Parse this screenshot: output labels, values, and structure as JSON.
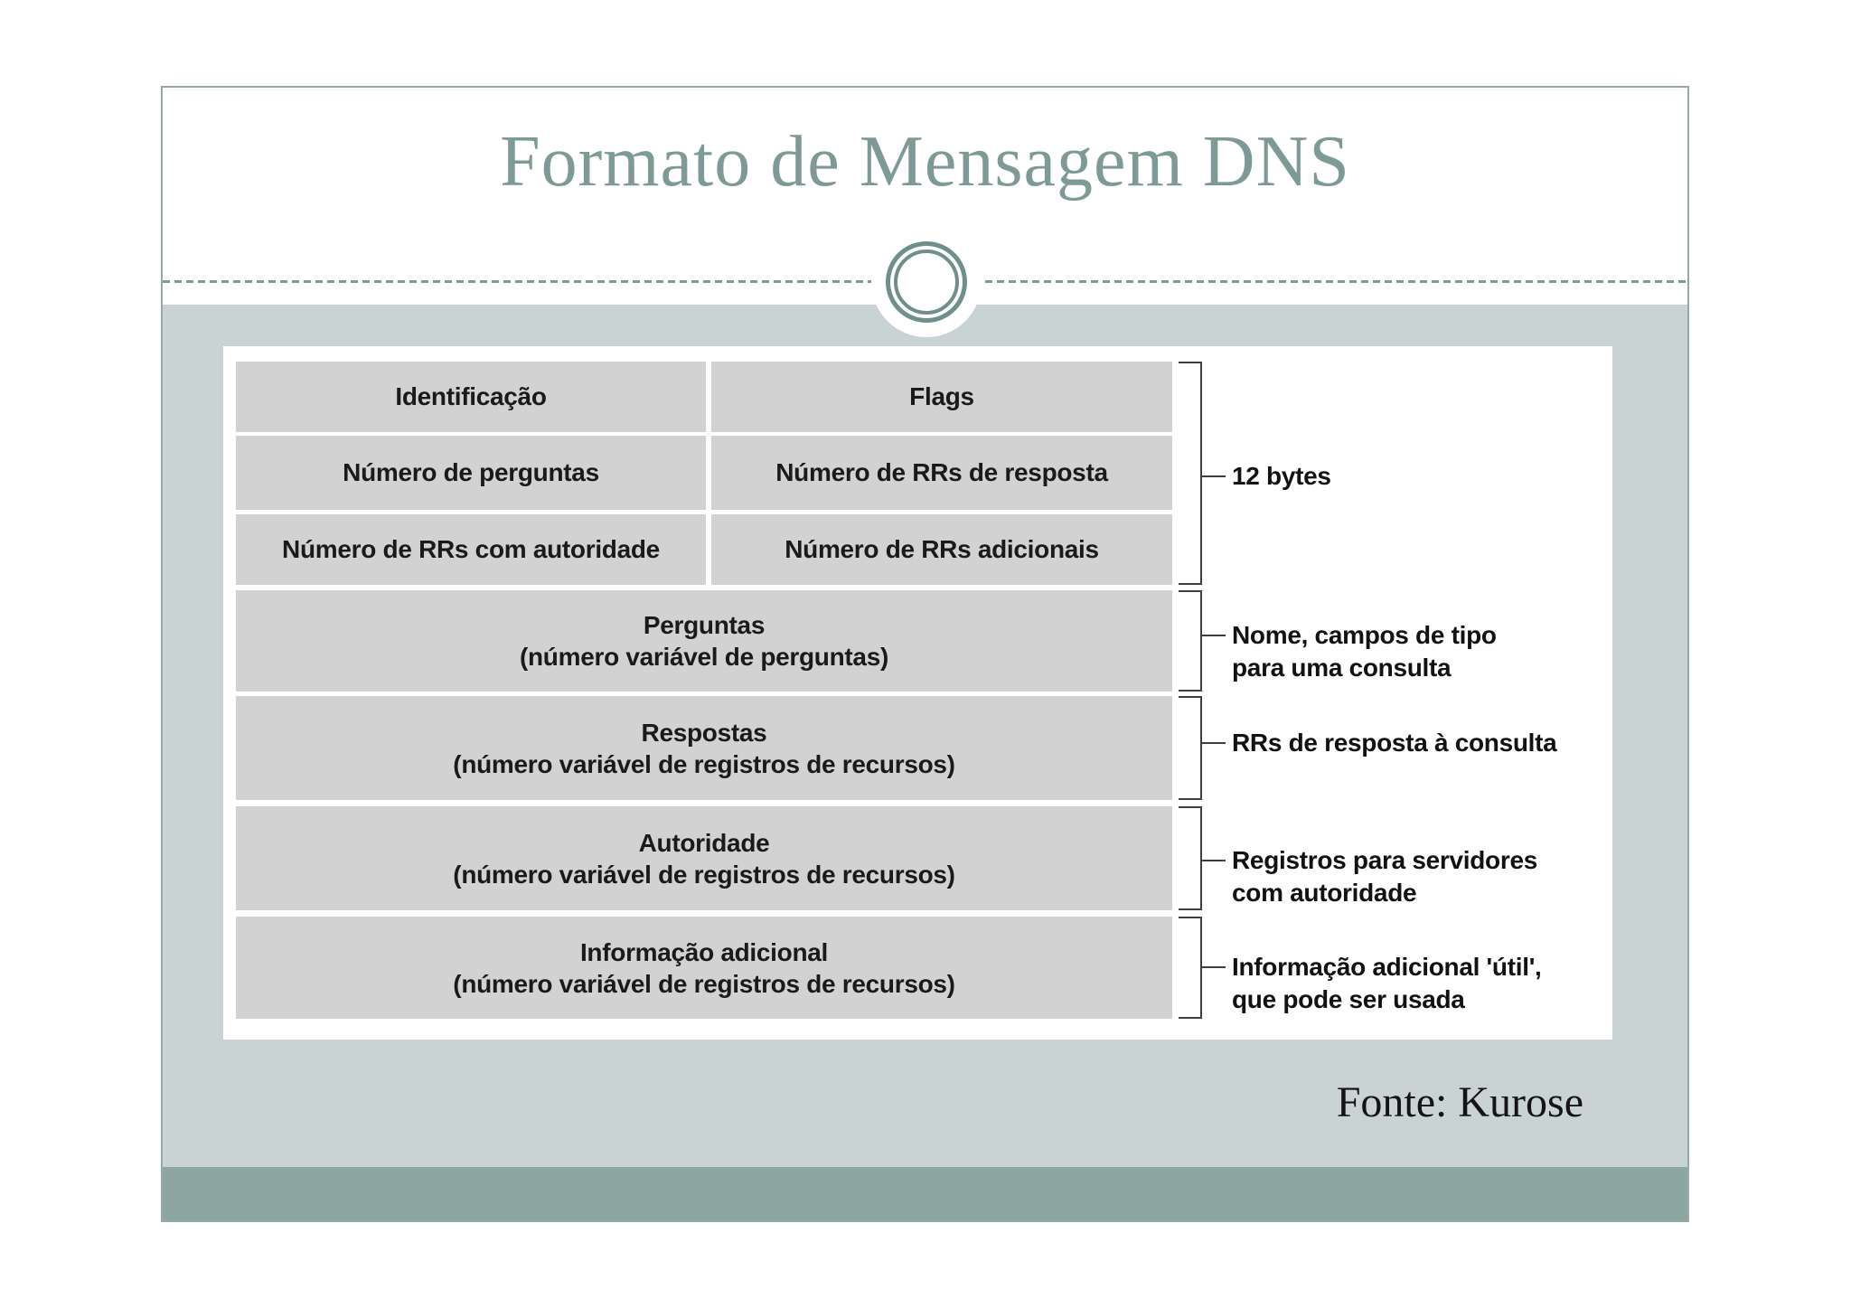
{
  "slide": {
    "title": "Formato de Mensagem DNS",
    "source": "Fonte: Kurose"
  },
  "diagram": {
    "header_rows": [
      {
        "left": "Identificação",
        "right": "Flags"
      },
      {
        "left": "Número de perguntas",
        "right": "Número de RRs de resposta"
      },
      {
        "left": "Número de RRs com autoridade",
        "right": "Número de RRs adicionais"
      }
    ],
    "section_rows": [
      {
        "title": "Perguntas",
        "subtitle": "(número variável de perguntas)"
      },
      {
        "title": "Respostas",
        "subtitle": "(número variável de registros de recursos)"
      },
      {
        "title": "Autoridade",
        "subtitle": "(número variável de registros de recursos)"
      },
      {
        "title": "Informação adicional",
        "subtitle": "(número variável de registros de recursos)"
      }
    ],
    "annotations": [
      {
        "lines": [
          "12 bytes"
        ]
      },
      {
        "lines": [
          "Nome, campos de tipo",
          "para uma consulta"
        ]
      },
      {
        "lines": [
          "RRs de resposta à consulta"
        ]
      },
      {
        "lines": [
          "Registros para servidores",
          "com autoridade"
        ]
      },
      {
        "lines": [
          "Informação adicional 'útil',",
          "que pode ser usada"
        ]
      }
    ]
  },
  "colors": {
    "accent_teal": "#7e9a96",
    "ring_teal": "#6f8f8a",
    "border_teal": "#93aaa6",
    "content_bg": "#c9d3d4",
    "bottom_strip": "#8ca7a2",
    "cell_bg": "#d2d2d2",
    "cell_text": "#1a1a1a",
    "bracket": "#3f3f3f"
  }
}
